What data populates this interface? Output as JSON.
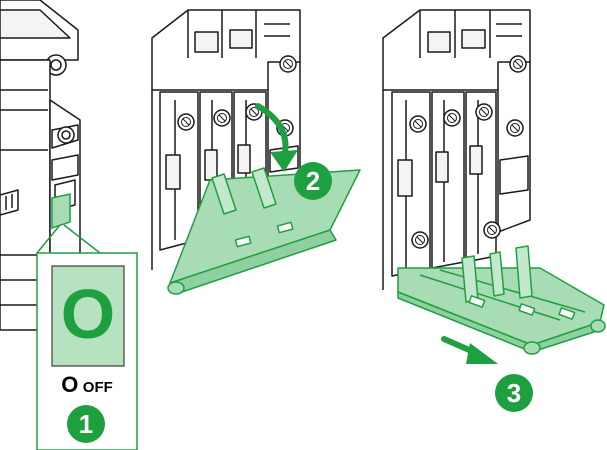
{
  "panel1": {
    "switch_symbol": "O",
    "position_label_symbol": "O",
    "position_label_text": "OFF",
    "step": "1"
  },
  "panel2": {
    "step": "2"
  },
  "panel3": {
    "step": "3"
  },
  "colors": {
    "step_badge": "#1fa040",
    "highlight_fill": "#a8dcb4",
    "highlight_stroke": "#1fa040",
    "inset_fill": "#b6e2c0",
    "line": "#1a1a1a"
  }
}
